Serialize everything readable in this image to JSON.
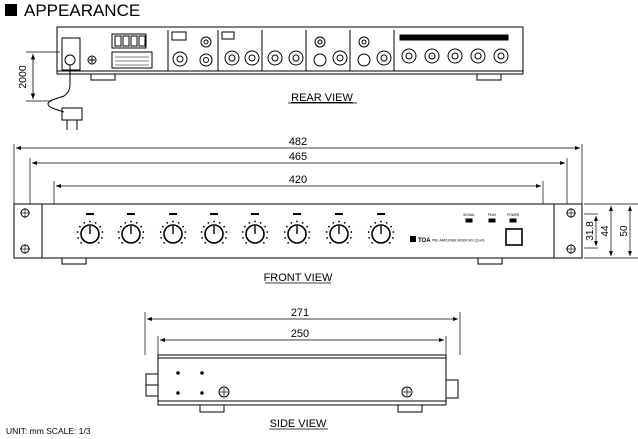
{
  "header": {
    "title": "APPEARANCE"
  },
  "rear": {
    "caption": "REAR VIEW",
    "cable_length": "2000"
  },
  "front": {
    "caption": "FRONT VIEW",
    "dim_overall": "482",
    "dim_body": "465",
    "dim_holes": "420",
    "dim_h1": "31.8",
    "dim_h2": "44",
    "dim_h3": "50",
    "brand": "TOA",
    "model": "PRE-AMPLIFIER MIXER MX-113-AS",
    "indicators": [
      "SIGNAL",
      "PEAK",
      "POWER"
    ]
  },
  "side": {
    "caption": "SIDE VIEW",
    "dim_overall": "271",
    "dim_body": "250"
  },
  "footer": {
    "unit_note": "UNIT: mm   SCALE: 1/3"
  }
}
